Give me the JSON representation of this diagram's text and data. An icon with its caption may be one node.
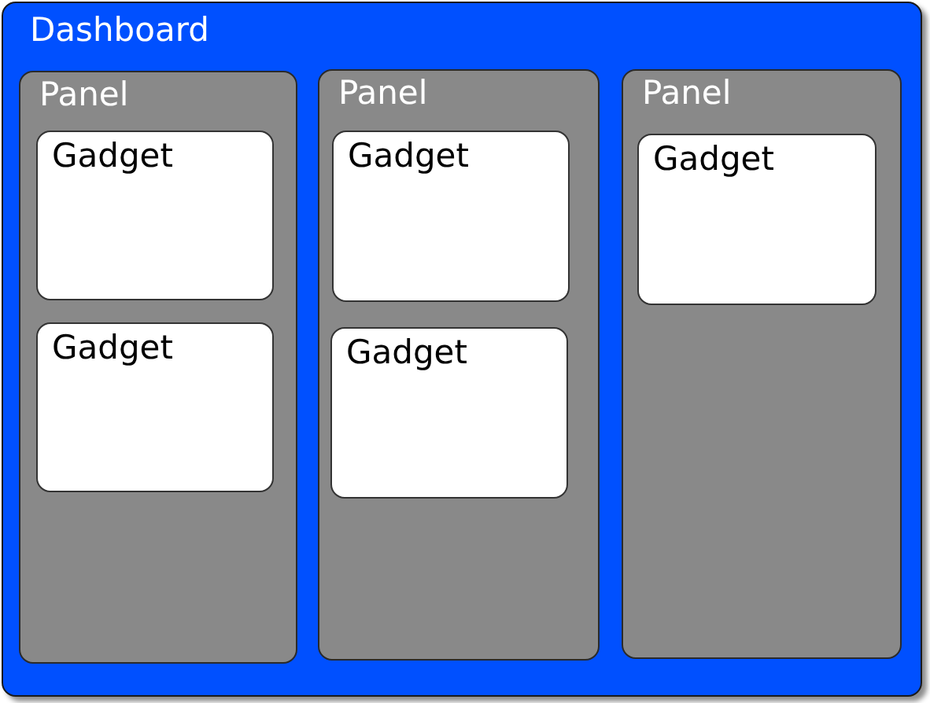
{
  "diagram": {
    "nodes": [
      {
        "text": [
          "Dashboard"
        ]
      },
      {
        "text": [
          "Panel"
        ],
        "in": 0
      },
      {
        "text": [
          "Gadget"
        ],
        "in": 1
      },
      {
        "text": [
          "Gadget"
        ],
        "in": 1
      },
      {
        "text": [
          "Panel"
        ],
        "in": 0
      },
      {
        "text": [
          "Gadget"
        ],
        "in": 4
      },
      {
        "text": [
          "Gadget"
        ],
        "in": 4
      },
      {
        "text": [
          "Panel"
        ],
        "in": 0
      },
      {
        "text": [
          "Gadget"
        ],
        "in": 7
      }
    ]
  }
}
